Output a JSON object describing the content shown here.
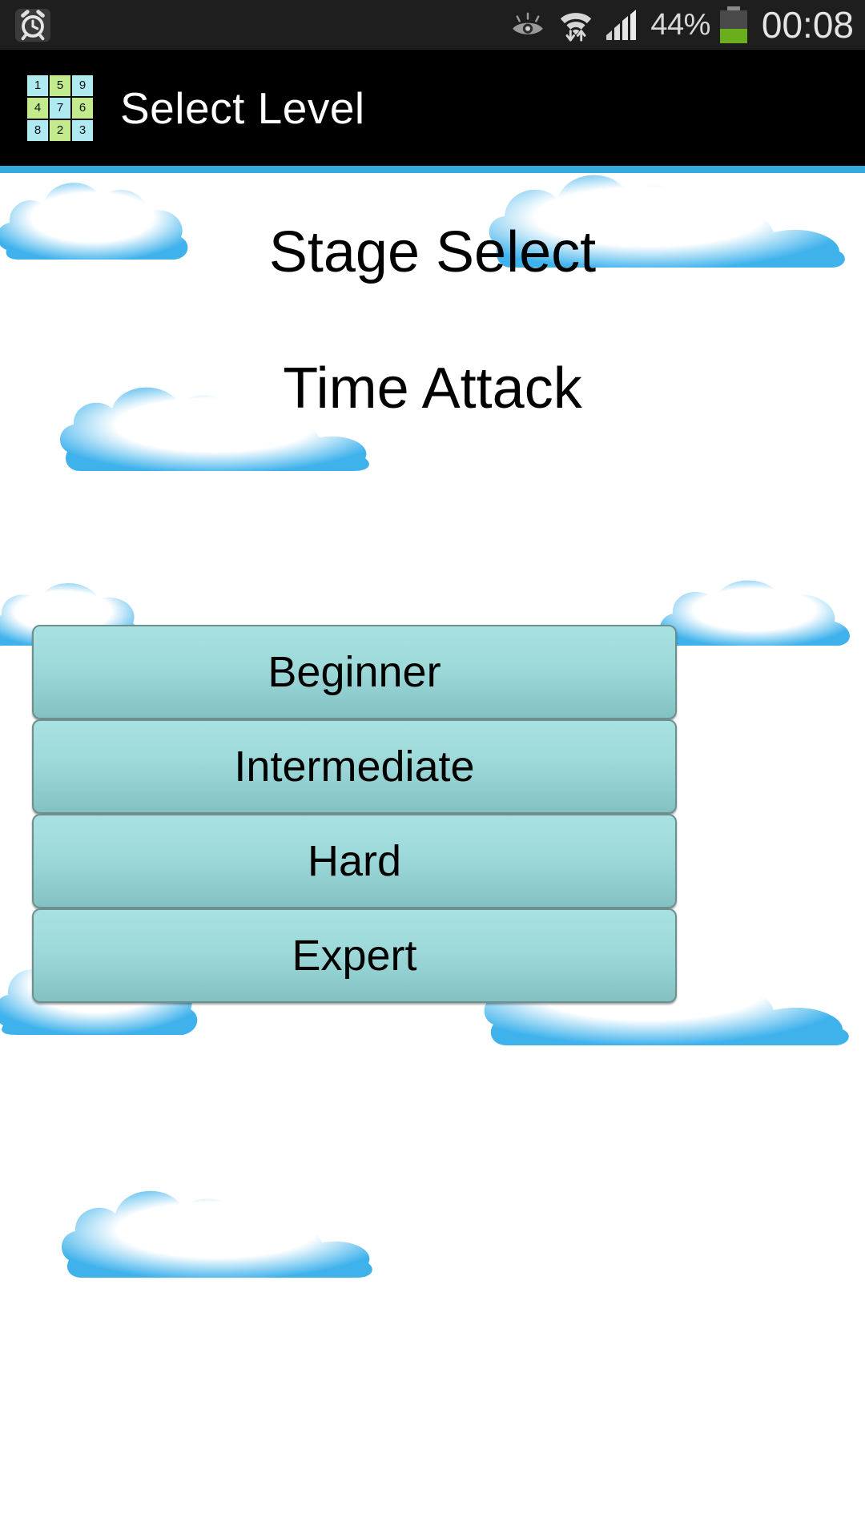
{
  "status_bar": {
    "alarm_icon": "alarm-clock-icon",
    "smart_stay_icon": "eye-icon",
    "wifi_icon": "wifi-data-transfer-icon",
    "signal_icon": "cellular-signal-icon",
    "battery_percent": "44%",
    "battery_level": 44,
    "battery_icon": "battery-icon",
    "time": "00:08",
    "background": "#1e1e1e"
  },
  "app_bar": {
    "icon_name": "sudoku-grid-icon",
    "icon_cells": [
      {
        "value": "1",
        "color": "blue"
      },
      {
        "value": "5",
        "color": "green"
      },
      {
        "value": "9",
        "color": "blue"
      },
      {
        "value": "4",
        "color": "green"
      },
      {
        "value": "7",
        "color": "blue"
      },
      {
        "value": "6",
        "color": "green"
      },
      {
        "value": "8",
        "color": "blue"
      },
      {
        "value": "2",
        "color": "green"
      },
      {
        "value": "3",
        "color": "blue"
      }
    ],
    "title": "Select Level",
    "background": "#000000",
    "accent_color": "#33a9dc"
  },
  "main": {
    "heading": "Stage Select",
    "subheading": "Time Attack",
    "background": "#ffffff",
    "buttons": [
      {
        "label": "Beginner"
      },
      {
        "label": "Intermediate"
      },
      {
        "label": "Hard"
      },
      {
        "label": "Expert"
      }
    ],
    "button_colors": {
      "gradient_top": "#a8e1e1",
      "gradient_bottom": "#83c2c2",
      "border": "#6f8e8e",
      "text": "#000000"
    },
    "decoration": {
      "cloud_name": "cloud-decoration",
      "cloud_outline_color": "#3fb2ec",
      "cloud_fill_color": "#ffffff",
      "cloud_count": 8
    }
  }
}
